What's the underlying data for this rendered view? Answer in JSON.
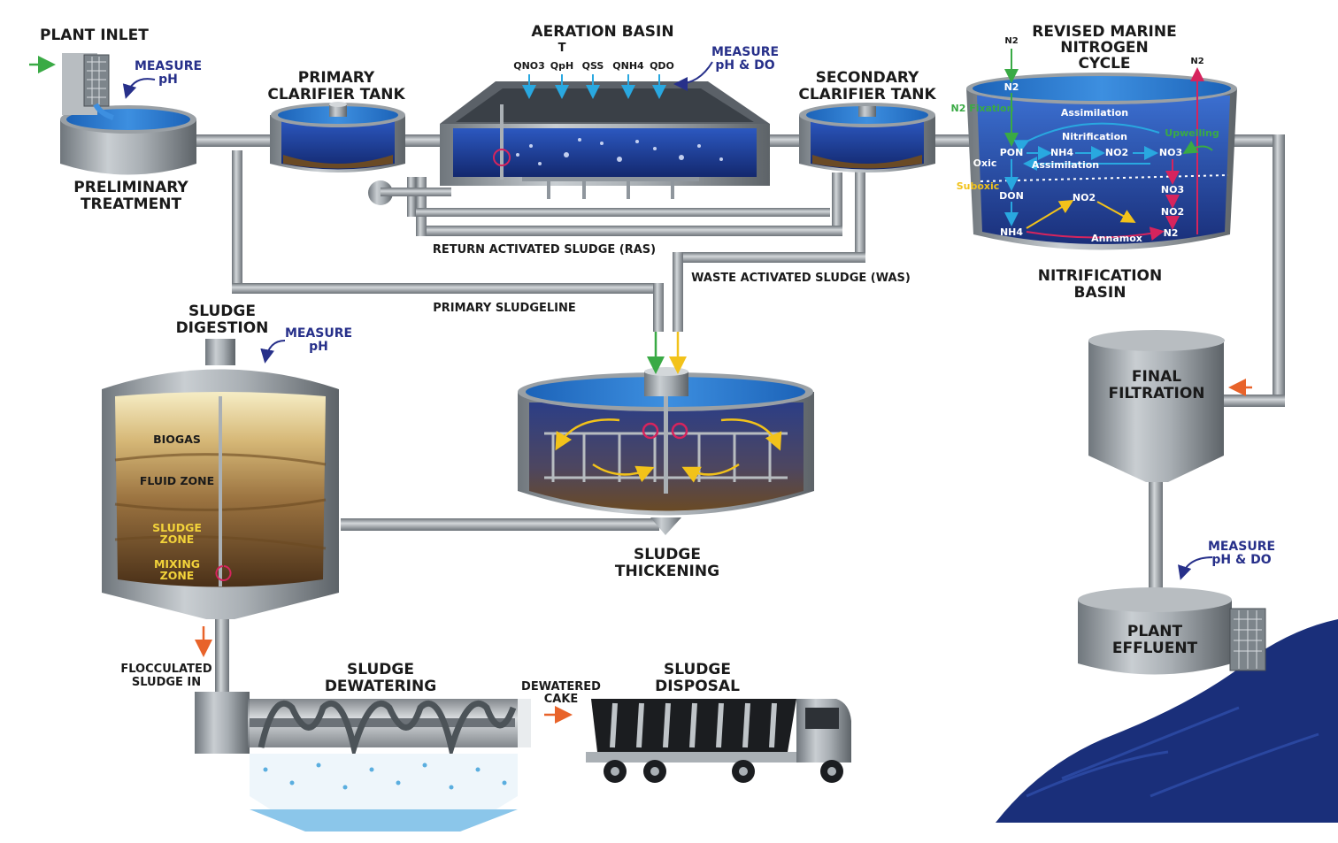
{
  "titles": {
    "plant_inlet": "PLANT INLET",
    "preliminary_1": "PRELIMINARY",
    "preliminary_2": "TREATMENT",
    "primary_1": "PRIMARY",
    "primary_2": "CLARIFIER TANK",
    "aeration": "AERATION BASIN",
    "secondary_1": "SECONDARY",
    "secondary_2": "CLARIFIER TANK",
    "nitrogen_1": "REVISED MARINE",
    "nitrogen_2": "NITROGEN",
    "nitrogen_3": "CYCLE",
    "nitrification_1": "NITRIFICATION",
    "nitrification_2": "BASIN",
    "digestion_1": "SLUDGE",
    "digestion_2": "DIGESTION",
    "thickening_1": "SLUDGE",
    "thickening_2": "THICKENING",
    "final_1": "FINAL",
    "final_2": "FILTRATION",
    "effluent_1": "PLANT",
    "effluent_2": "EFFLUENT",
    "dewatering_1": "SLUDGE",
    "dewatering_2": "DEWATERING",
    "disposal_1": "SLUDGE",
    "disposal_2": "DISPOSAL"
  },
  "lines": {
    "ras": "RETURN ACTIVATED SLUDGE (RAS)",
    "was": "WASTE ACTIVATED SLUDGE (WAS)",
    "primary_sludgeline": "PRIMARY SLUDGELINE",
    "flocculated_1": "FLOCCULATED",
    "flocculated_2": "SLUDGE IN",
    "cake_1": "DEWATERED",
    "cake_2": "CAKE"
  },
  "measures": {
    "inlet_1": "MEASURE",
    "inlet_2": "pH",
    "aeration_1": "MEASURE",
    "aeration_2": "pH & DO",
    "digestion_1": "MEASURE",
    "digestion_2": "pH",
    "effluent_1": "MEASURE",
    "effluent_2": "pH & DO"
  },
  "aeration_params": {
    "t": "T",
    "q1": "QNO3",
    "q2": "QpH",
    "q3": "QSS",
    "q4": "QNH4",
    "q5": "QDO"
  },
  "digester_layers": {
    "biogas": "BIOGAS",
    "fluid": "FLUID ZONE",
    "sludge_1": "SLUDGE",
    "sludge_2": "ZONE",
    "mixing_1": "MIXING",
    "mixing_2": "ZONE"
  },
  "cycle": {
    "n2_top": "N2",
    "n2_inside": "N2",
    "n2_right": "N2",
    "fixation": "N2 Fixation",
    "assimilation_top": "Assimilation",
    "nitrification": "Nitrification",
    "upwelling": "Upwelling",
    "oxic": "Oxic",
    "pon": "PON",
    "nh4_a": "NH4",
    "no2_a": "NO2",
    "no3_a": "NO3",
    "assimilation_mid": "Assimilation",
    "suboxic": "Suboxic",
    "don": "DON",
    "no2_b": "NO2",
    "no3_b": "NO3",
    "no2_c": "NO2",
    "nh4_b": "NH4",
    "annamox": "Annamox",
    "n2_bottom": "N2"
  },
  "colors": {
    "water": "#1f3f9e",
    "pipe": "#8f969d",
    "green_arrow": "#3aaa45",
    "yellow_arrow": "#f2c21a",
    "orange_arrow": "#e8632a",
    "measure_text": "#27308a",
    "cycle_blue": "#29a8e0",
    "cycle_red": "#d6245d",
    "sea": "#1a2f7a"
  }
}
